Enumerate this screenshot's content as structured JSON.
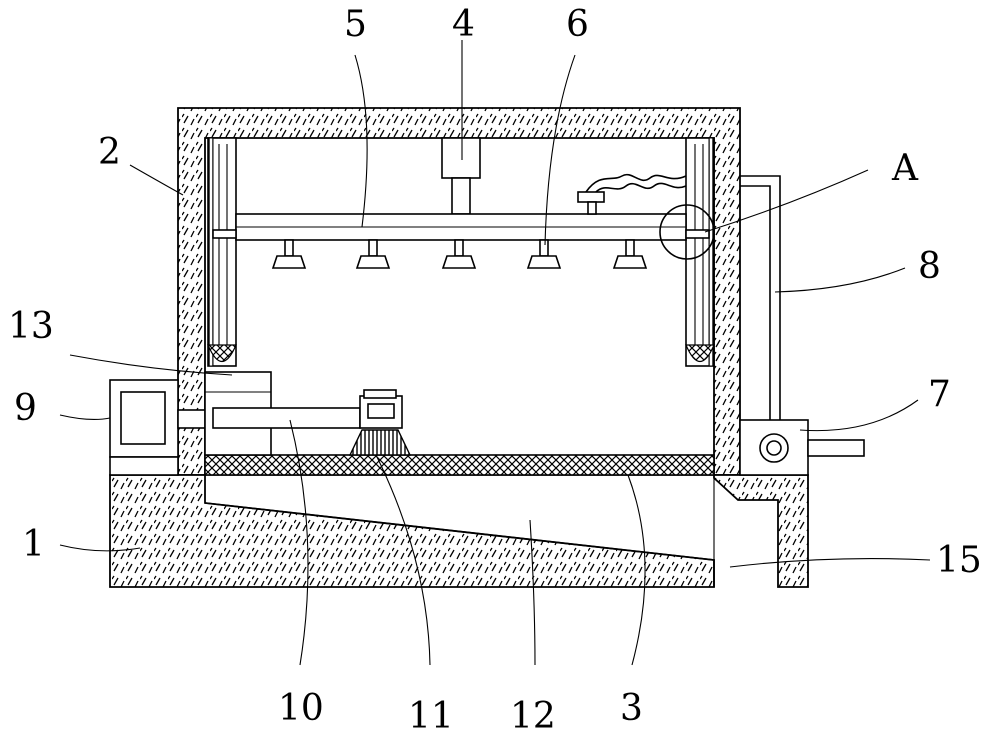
{
  "labels": {
    "l1": "1",
    "l2": "2",
    "l3": "3",
    "l4": "4",
    "l5": "5",
    "l6": "6",
    "l7": "7",
    "l8": "8",
    "l9": "9",
    "l10": "10",
    "l11": "11",
    "l12": "12",
    "l13": "13",
    "l15": "15",
    "lA": "A"
  }
}
